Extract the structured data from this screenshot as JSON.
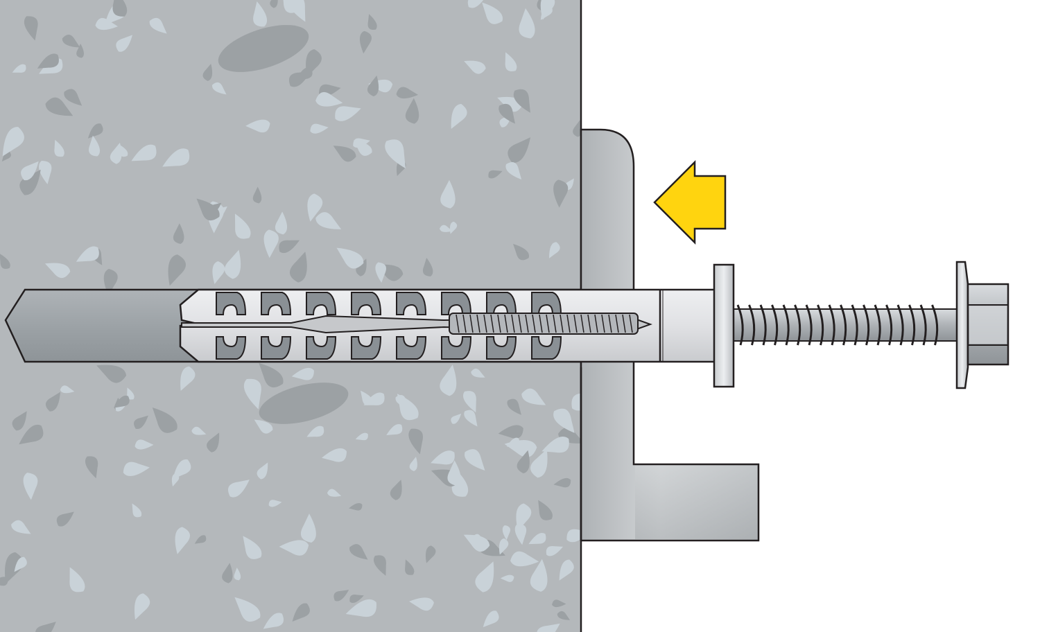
{
  "diagram": {
    "kind": "installation-step",
    "elements": [
      "concrete-wall",
      "drill-hole",
      "angle-bracket",
      "frame-anchor-plug",
      "hex-head-screw",
      "push-direction-arrow"
    ],
    "colors": {
      "concrete": "#b4b8bb",
      "aggregate_light": "#c9d2d8",
      "aggregate_dark": "#9ca1a4",
      "drill_hole": "#9da2a6",
      "bracket": "#c3c6c9",
      "plug": "#e3e4e6",
      "screw": "#b9bcc0",
      "arrow": "#ffd40f",
      "outline": "#231f20",
      "background": "#ffffff"
    }
  }
}
